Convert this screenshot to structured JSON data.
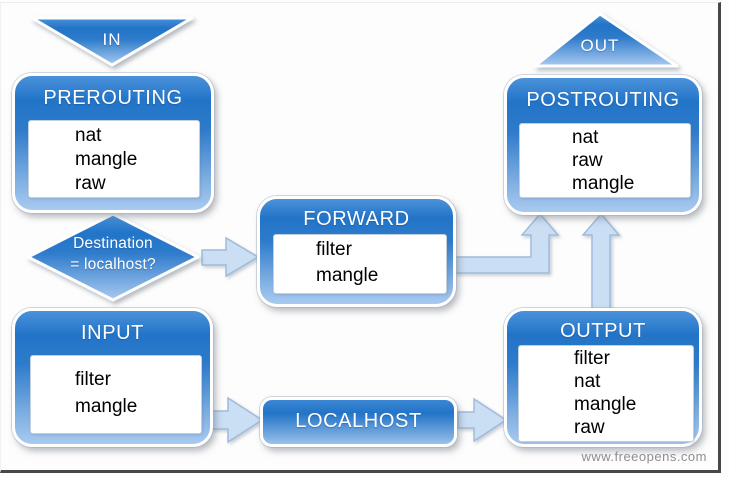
{
  "page": {
    "watermark": "www.freeopens.com"
  },
  "terminals": {
    "in_label": "IN",
    "out_label": "OUT"
  },
  "decision": {
    "line1": "Destination",
    "line2": "= localhost?"
  },
  "chains": {
    "prerouting": {
      "title": "PREROUTING",
      "tables": [
        "nat",
        "mangle",
        "raw"
      ]
    },
    "forward": {
      "title": "FORWARD",
      "tables": [
        "filter",
        "mangle"
      ]
    },
    "input": {
      "title": "INPUT",
      "tables": [
        "filter",
        "mangle"
      ]
    },
    "output": {
      "title": "OUTPUT",
      "tables": [
        "filter",
        "nat",
        "mangle",
        "raw"
      ]
    },
    "postrouting": {
      "title": "POSTROUTING",
      "tables": [
        "nat",
        "raw",
        "mangle"
      ]
    },
    "localhost": {
      "title": "LOCALHOST"
    }
  },
  "colors": {
    "box_blue_gloss": "#4b92da",
    "box_blue_top": "#2274c8",
    "box_blue_bottom": "#a9caf0",
    "arrow_fill": "#cadef4",
    "arrow_edge": "#9fbbdc",
    "text_on_blue": "#ffffff",
    "table_text": "#000000",
    "watermark_gray": "#8e8e8e"
  }
}
